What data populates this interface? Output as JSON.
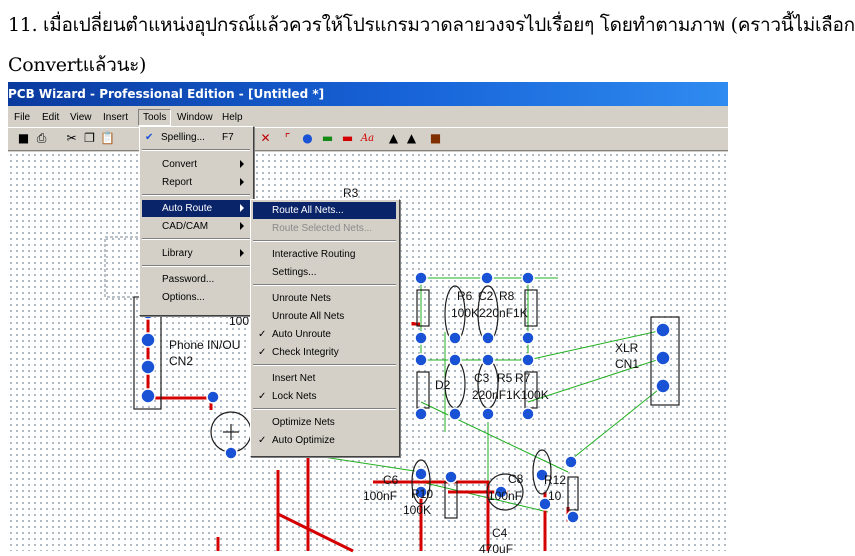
{
  "doc": {
    "line1": "11. เมื่อเปลี่ยนตำแหน่งอุปกรณ์แล้วควรให้โปรแกรมวาดลายวงจรไปเรื่อยๆ โดยทำตามภาพ (คราวนี้ไม่เลือก",
    "line2": "Convertแล้วนะ)"
  },
  "window": {
    "title": "PCB Wizard - Professional Edition - [Untitled *]"
  },
  "menubar": [
    "File",
    "Edit",
    "View",
    "Insert",
    "Tools",
    "Window",
    "Help"
  ],
  "tools_menu": {
    "items": [
      {
        "label": "Spelling...",
        "shortcut": "F7"
      },
      {
        "label": "Convert"
      },
      {
        "label": "Report"
      },
      {
        "label": "Auto Route"
      },
      {
        "label": "CAD/CAM"
      },
      {
        "label": "Library"
      },
      {
        "label": "Password..."
      },
      {
        "label": "Options..."
      }
    ]
  },
  "autoroute_menu": {
    "items": [
      {
        "label": "Route All Nets...",
        "highlighted": true
      },
      {
        "label": "Route Selected Nets...",
        "disabled": true
      },
      {
        "label": "Interactive Routing"
      },
      {
        "label": "Settings..."
      },
      {
        "label": "Unroute Nets"
      },
      {
        "label": "Unroute All Nets"
      },
      {
        "label": "Auto Unroute",
        "checked": true
      },
      {
        "label": "Check Integrity",
        "checked": true
      },
      {
        "label": "Insert Net"
      },
      {
        "label": "Lock Nets",
        "checked": true
      },
      {
        "label": "Optimize Nets"
      },
      {
        "label": "Auto Optimize",
        "checked": true
      }
    ]
  },
  "pcb_labels": {
    "r3": "R3",
    "r6": "R6",
    "c2": "C2",
    "r8": "R8",
    "r6_c2_r8_vals": "100K220nF1K",
    "phone_name": "Phone IN/OU",
    "cn2": "CN2",
    "val_100": "100",
    "d2": "D2",
    "c3": "C3",
    "r5": "R5",
    "r7": "R7",
    "c3_vals": "220nF1K100K",
    "xlr": "XLR",
    "cn1": "CN1",
    "c6": "C6",
    "c6_val": "100nF",
    "r10": "R10",
    "r10_val": "100K",
    "c8": "C8",
    "c8_val": "100nF",
    "r12": "R12",
    "r12_val": "10",
    "c4": "C4",
    "c4_val": "470uF"
  },
  "colors": {
    "titlebar": "#0a3a9e",
    "track": "#d40000",
    "pad": "#1a52d6",
    "ratsnest": "#20b020",
    "menu_highlight": "#0a246a"
  }
}
